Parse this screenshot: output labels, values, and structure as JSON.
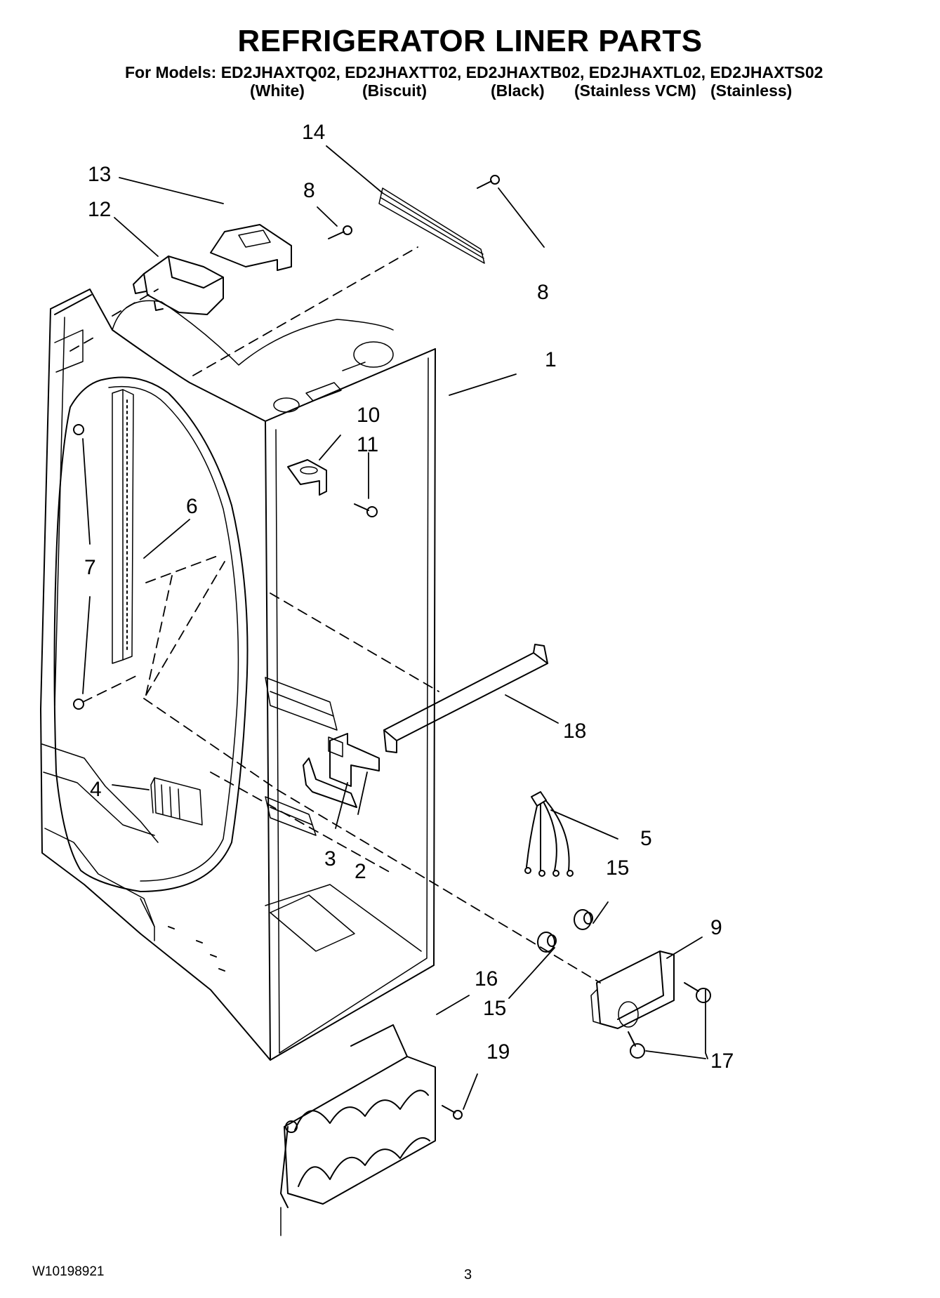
{
  "header": {
    "title": "REFRIGERATOR LINER PARTS",
    "models_line": "For Models: ED2JHAXTQ02, ED2JHAXTT02, ED2JHAXTB02, ED2JHAXTL02, ED2JHAXTS02",
    "colors": [
      "(White)",
      "(Biscuit)",
      "(Black)",
      "(Stainless VCM)",
      "(Stainless)"
    ]
  },
  "callouts": {
    "c1": "1",
    "c2": "2",
    "c3": "3",
    "c4": "4",
    "c5": "5",
    "c6": "6",
    "c7": "7",
    "c8a": "8",
    "c8b": "8",
    "c9": "9",
    "c10": "10",
    "c11": "11",
    "c12": "12",
    "c13": "13",
    "c14": "14",
    "c15a": "15",
    "c15b": "15",
    "c16": "16",
    "c17": "17",
    "c18": "18",
    "c19": "19"
  },
  "footer": {
    "doc_number": "W10198921",
    "page_number": "3"
  }
}
